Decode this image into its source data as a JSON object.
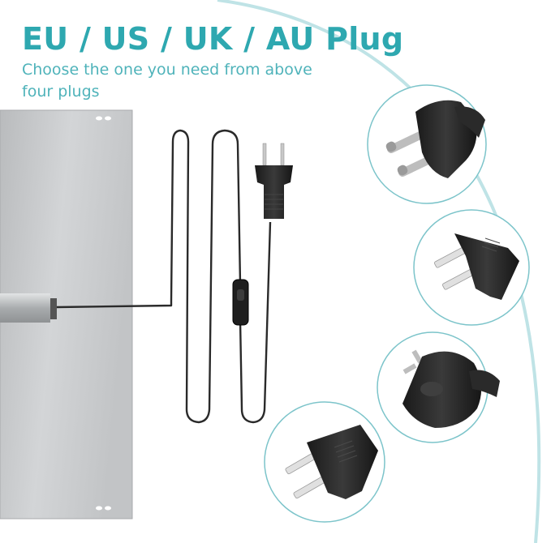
{
  "header": {
    "title": "EU / US / UK / AU Plug",
    "subtitle": "Choose the one you need from above four plugs"
  },
  "colors": {
    "accent": "#2EA8B0",
    "arc": "#BFE3E6",
    "subtitle": "#4FB3BA",
    "circle_border": "#7CC4CA",
    "panel": "#C9CBCD",
    "cable": "#2A2A2A"
  },
  "product": {
    "panel": "heating-panel",
    "cable": "power-cord",
    "switch": "inline-rocker-switch",
    "plug": "us-plug"
  },
  "plug_options": [
    {
      "icon": "eu-plug-icon"
    },
    {
      "icon": "us-plug-icon"
    },
    {
      "icon": "au-plug-icon"
    },
    {
      "icon": "us-plug-alt-icon"
    }
  ]
}
